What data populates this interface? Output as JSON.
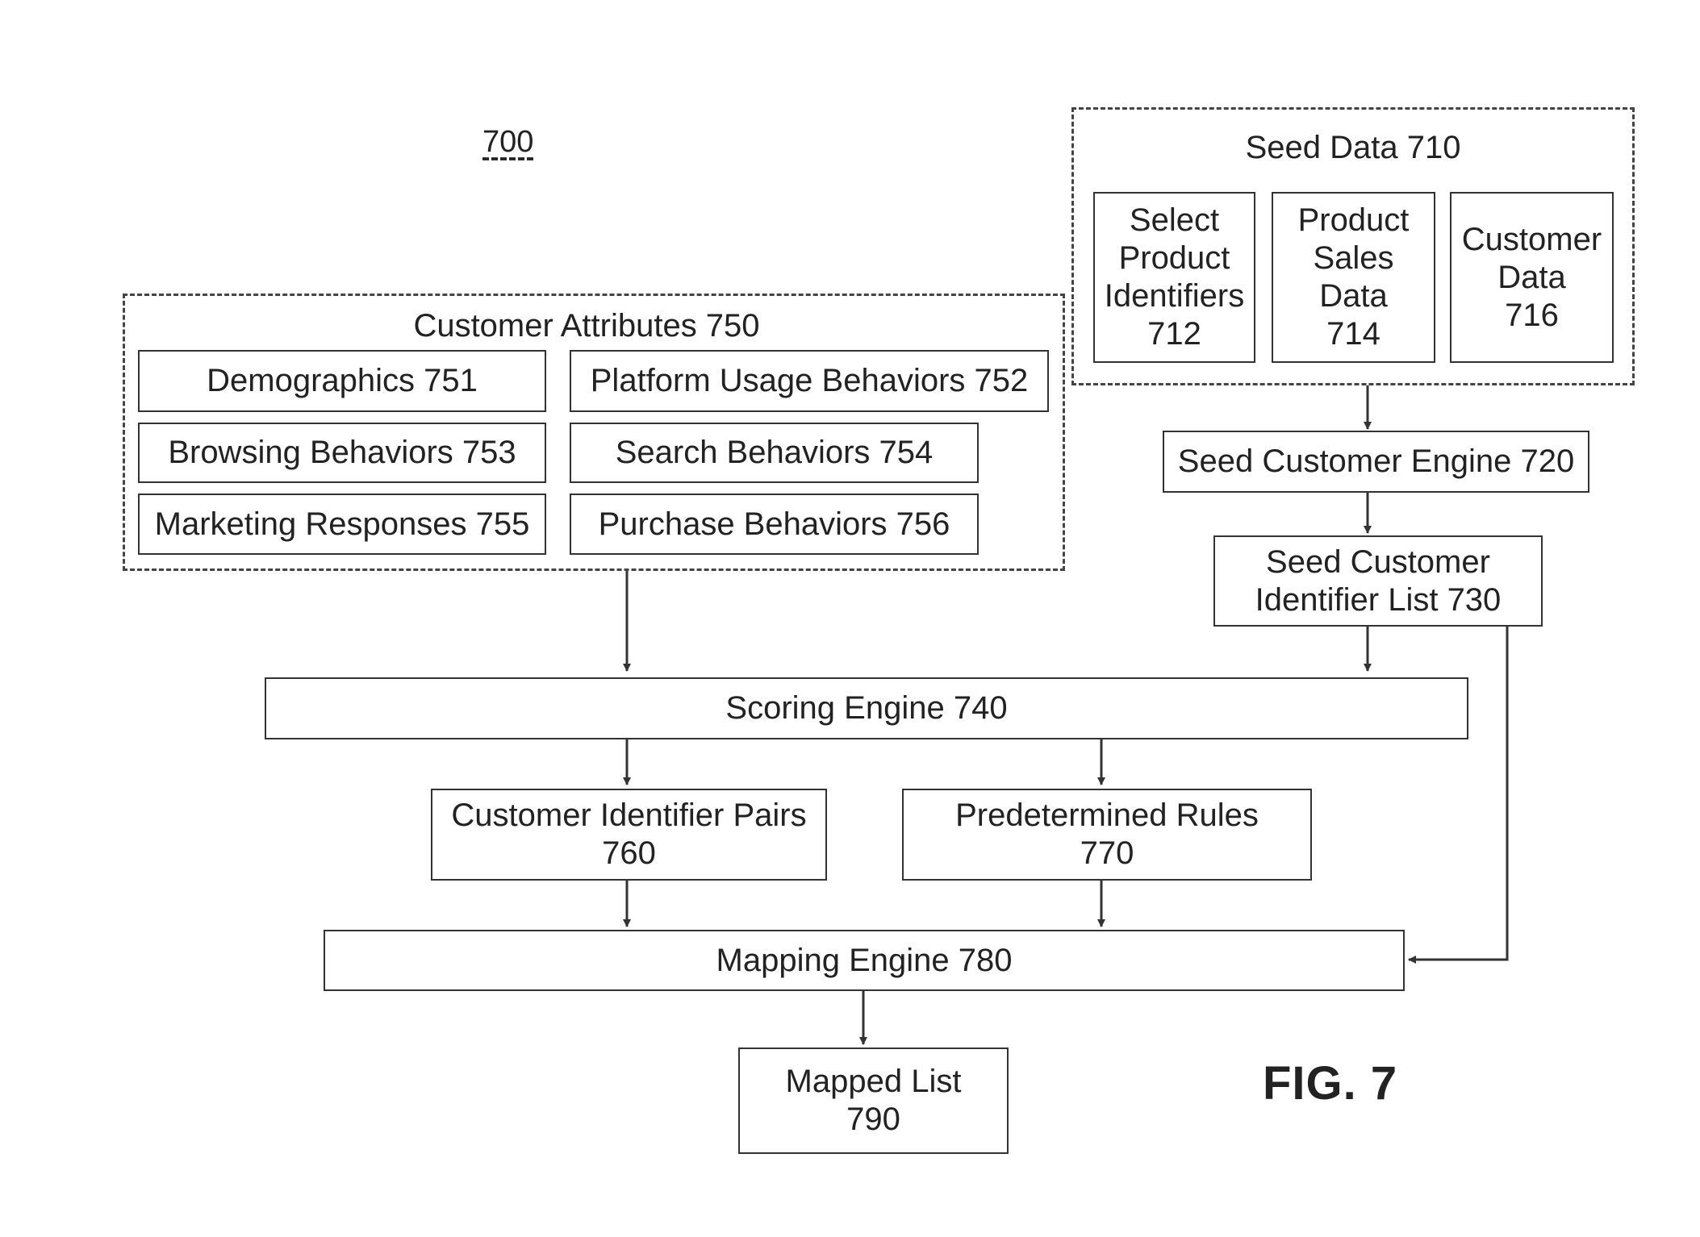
{
  "figure_ref": "700",
  "figure_label": "FIG. 7",
  "seed_data": {
    "title": "Seed Data 710",
    "items": [
      "Select\nProduct\nIdentifiers\n712",
      "Product\nSales\nData\n714",
      "Customer\nData\n716"
    ]
  },
  "customer_attributes": {
    "title": "Customer Attributes 750",
    "items": [
      "Demographics 751",
      "Platform Usage Behaviors 752",
      "Browsing Behaviors 753",
      "Search Behaviors 754",
      "Marketing Responses 755",
      "Purchase Behaviors 756"
    ]
  },
  "seed_customer_engine": "Seed Customer Engine 720",
  "seed_customer_identifier_list": "Seed Customer\nIdentifier List 730",
  "scoring_engine": "Scoring Engine 740",
  "customer_identifier_pairs": "Customer Identifier Pairs\n760",
  "predetermined_rules": "Predetermined Rules\n770",
  "mapping_engine": "Mapping Engine 780",
  "mapped_list": "Mapped List\n790"
}
